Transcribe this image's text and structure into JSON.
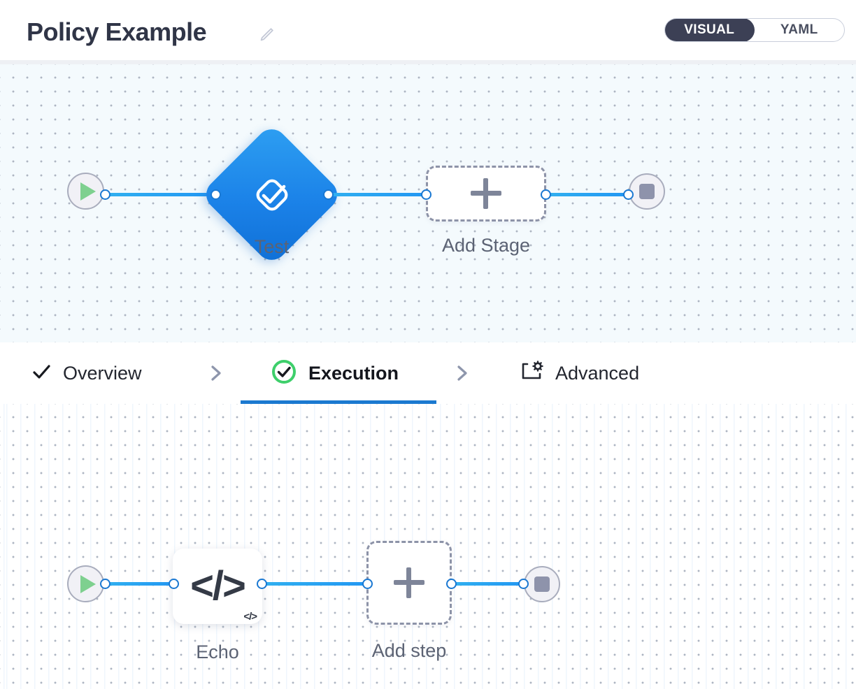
{
  "header": {
    "title": "Policy Example",
    "edit_icon": "pencil-icon",
    "toggle": {
      "options": [
        {
          "label": "VISUAL",
          "active": true
        },
        {
          "label": "YAML",
          "active": false
        }
      ],
      "active_bg": "#3c4055"
    }
  },
  "stage_canvas": {
    "background": "#f4fafd",
    "start_node": {
      "icon": "play-icon",
      "color": "#7ed08f"
    },
    "end_node": {
      "icon": "stop-icon",
      "color": "#8e93ab"
    },
    "nodes": [
      {
        "type": "stage",
        "label": "Test",
        "icon": "stage-check-icon",
        "color": "#1b82e8"
      },
      {
        "type": "add",
        "label": "Add Stage",
        "icon": "plus-icon"
      }
    ],
    "edge_color": "#2196f3",
    "port_color": "#1a78d2"
  },
  "tabs": {
    "items": [
      {
        "label": "Overview",
        "icon": "check-icon",
        "active": false
      },
      {
        "label": "Execution",
        "icon": "check-circle-icon",
        "active": true
      },
      {
        "label": "Advanced",
        "icon": "advanced-gear-icon",
        "active": false
      }
    ],
    "separator_icon": "chevron-right-icon",
    "active_underline_color": "#1b79d0",
    "active_check_color": "#3ecf6b"
  },
  "step_canvas": {
    "background": "#ffffff",
    "start_node": {
      "icon": "play-icon",
      "color": "#7ed08f"
    },
    "end_node": {
      "icon": "stop-icon",
      "color": "#8e93ab"
    },
    "nodes": [
      {
        "type": "step",
        "label": "Echo",
        "icon": "code-icon",
        "badge": "</>",
        "glyph": "</>"
      },
      {
        "type": "add",
        "label": "Add step",
        "icon": "plus-icon"
      }
    ],
    "edge_color": "#2196f3",
    "port_color": "#1a78d2"
  }
}
